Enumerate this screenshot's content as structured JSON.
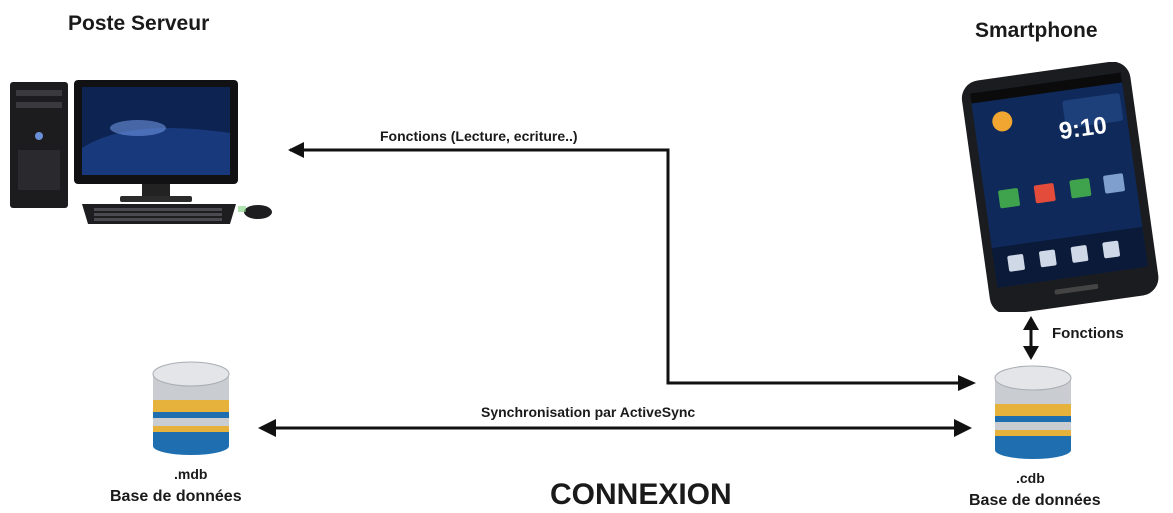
{
  "titles": {
    "server": "Poste Serveur",
    "phone": "Smartphone"
  },
  "arrows": {
    "functions_rw": "Fonctions (Lecture, ecriture..)",
    "sync": "Synchronisation par ActiveSync",
    "functions": "Fonctions"
  },
  "databases": {
    "server_ext": ".mdb",
    "server_label": "Base de données",
    "phone_ext": ".cdb",
    "phone_label": "Base de données"
  },
  "phone_screen": {
    "time": "9:10"
  },
  "footer": {
    "title": "CONNEXION"
  },
  "colors": {
    "arrow": "#111111",
    "db_silver": "#c9ccd0",
    "db_gold": "#e7b23b",
    "db_blue": "#1f6fb0",
    "screen_blue": "#0f2a5a",
    "phone_body": "#1b1c1f"
  }
}
